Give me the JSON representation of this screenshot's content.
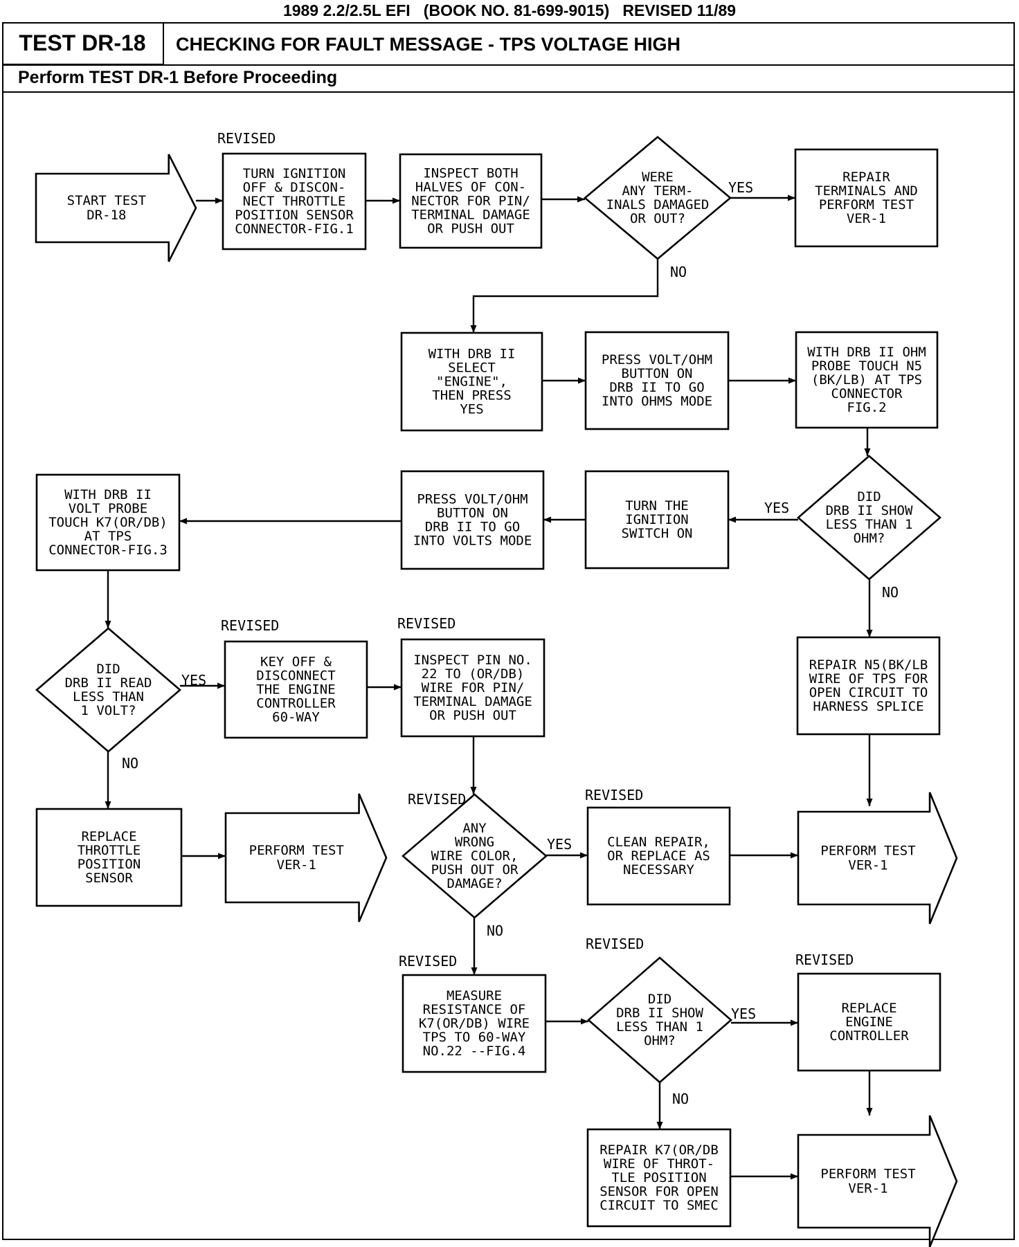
{
  "header": "1989 2.2/2.5L EFI   (BOOK NO. 81-699-9015)   REVISED 11/89",
  "test": {
    "id": "TEST DR-18",
    "title": "CHECKING FOR FAULT MESSAGE - TPS VOLTAGE HIGH",
    "prerequisite": "Perform TEST DR-1 Before Proceeding"
  },
  "nodes": [
    {
      "id": "start",
      "shape": "arrow",
      "lines": [
        "START TEST",
        "DR-18"
      ]
    },
    {
      "id": "n1",
      "shape": "box",
      "note": "REVISED",
      "lines": [
        "TURN IGNITION",
        "OFF & DISCON-",
        "NECT THROTTLE",
        "POSITION SENSOR",
        "CONNECTOR-FIG.1"
      ]
    },
    {
      "id": "n2",
      "shape": "box",
      "lines": [
        "INSPECT BOTH",
        "HALVES OF CON-",
        "NECTOR FOR PIN/",
        "TERMINAL DAMAGE",
        "OR PUSH OUT"
      ]
    },
    {
      "id": "d1",
      "shape": "diamond",
      "lines": [
        "WERE",
        "ANY TERM-",
        "INALS DAMAGED",
        "OR OUT?"
      ]
    },
    {
      "id": "n3",
      "shape": "box",
      "lines": [
        "REPAIR",
        "TERMINALS AND",
        "PERFORM TEST",
        "VER-1"
      ]
    },
    {
      "id": "n4",
      "shape": "box",
      "lines": [
        "WITH DRB II",
        "SELECT",
        "\"ENGINE\",",
        "THEN PRESS",
        "YES"
      ]
    },
    {
      "id": "n5",
      "shape": "box",
      "lines": [
        "PRESS VOLT/OHM",
        "BUTTON ON",
        "DRB II TO GO",
        "INTO OHMS MODE"
      ]
    },
    {
      "id": "n6",
      "shape": "box",
      "lines": [
        "WITH DRB II OHM",
        "PROBE TOUCH N5",
        "(BK/LB) AT TPS",
        "CONNECTOR",
        "FIG.2"
      ]
    },
    {
      "id": "d2",
      "shape": "diamond",
      "lines": [
        "DID",
        "DRB II SHOW",
        "LESS THAN 1",
        "OHM?"
      ]
    },
    {
      "id": "n7",
      "shape": "box",
      "lines": [
        "TURN THE",
        "IGNITION",
        "SWITCH ON"
      ]
    },
    {
      "id": "n8",
      "shape": "box",
      "lines": [
        "PRESS VOLT/OHM",
        "BUTTON ON",
        "DRB II TO GO",
        "INTO VOLTS MODE"
      ]
    },
    {
      "id": "n9",
      "shape": "box",
      "lines": [
        "WITH DRB II",
        "VOLT PROBE",
        "TOUCH K7(OR/DB)",
        "AT TPS",
        "CONNECTOR-FIG.3"
      ]
    },
    {
      "id": "n10",
      "shape": "box",
      "lines": [
        "REPAIR N5(BK/LB",
        "WIRE OF TPS FOR",
        "OPEN CIRCUIT TO",
        "HARNESS SPLICE"
      ]
    },
    {
      "id": "d3",
      "shape": "diamond",
      "lines": [
        "DID",
        "DRB II READ",
        "LESS THAN",
        "1 VOLT?"
      ]
    },
    {
      "id": "n11",
      "shape": "box",
      "note": "REVISED",
      "lines": [
        "KEY OFF &",
        "DISCONNECT",
        "THE ENGINE",
        "CONTROLLER",
        "60-WAY"
      ]
    },
    {
      "id": "n12",
      "shape": "box",
      "note": "REVISED",
      "lines": [
        "INSPECT PIN NO.",
        "22 TO (OR/DB)",
        "WIRE FOR PIN/",
        "TERMINAL DAMAGE",
        "OR PUSH OUT"
      ]
    },
    {
      "id": "n13",
      "shape": "box",
      "lines": [
        "REPLACE",
        "THROTTLE",
        "POSITION",
        "SENSOR"
      ]
    },
    {
      "id": "t1",
      "shape": "arrow",
      "lines": [
        "PERFORM TEST",
        "VER-1"
      ]
    },
    {
      "id": "d4",
      "shape": "diamond",
      "note": "REVISED",
      "lines": [
        "ANY",
        "WRONG",
        "WIRE COLOR,",
        "PUSH OUT OR",
        "DAMAGE?"
      ]
    },
    {
      "id": "n14",
      "shape": "box",
      "note": "REVISED",
      "lines": [
        "CLEAN REPAIR,",
        "OR REPLACE AS",
        "NECESSARY"
      ]
    },
    {
      "id": "t2",
      "shape": "arrow",
      "lines": [
        "PERFORM TEST",
        "VER-1"
      ]
    },
    {
      "id": "n15",
      "shape": "box",
      "note": "REVISED",
      "lines": [
        "MEASURE",
        "RESISTANCE OF",
        "K7(OR/DB) WIRE",
        "TPS TO 60-WAY",
        "NO.22 --FIG.4"
      ]
    },
    {
      "id": "d5",
      "shape": "diamond",
      "note": "REVISED",
      "lines": [
        "DID",
        "DRB II SHOW",
        "LESS THAN 1",
        "OHM?"
      ]
    },
    {
      "id": "n16",
      "shape": "box",
      "note": "REVISED",
      "lines": [
        "REPLACE",
        "ENGINE",
        "CONTROLLER"
      ]
    },
    {
      "id": "n17",
      "shape": "box",
      "lines": [
        "REPAIR K7(OR/DB",
        "WIRE OF THROT-",
        "TLE POSITION",
        "SENSOR FOR OPEN",
        "CIRCUIT TO SMEC"
      ]
    },
    {
      "id": "t3",
      "shape": "arrow",
      "lines": [
        "PERFORM TEST",
        "VER-1"
      ]
    }
  ],
  "edges": [
    {
      "from": "start",
      "to": "n1"
    },
    {
      "from": "n1",
      "to": "n2"
    },
    {
      "from": "n2",
      "to": "d1"
    },
    {
      "from": "d1",
      "to": "n3",
      "label": "YES"
    },
    {
      "from": "d1",
      "to": "n4",
      "label": "NO"
    },
    {
      "from": "n4",
      "to": "n5"
    },
    {
      "from": "n5",
      "to": "n6"
    },
    {
      "from": "n6",
      "to": "d2"
    },
    {
      "from": "d2",
      "to": "n7",
      "label": "YES"
    },
    {
      "from": "d2",
      "to": "n10",
      "label": "NO"
    },
    {
      "from": "n7",
      "to": "n8"
    },
    {
      "from": "n8",
      "to": "n9"
    },
    {
      "from": "n9",
      "to": "d3"
    },
    {
      "from": "d3",
      "to": "n11",
      "label": "YES"
    },
    {
      "from": "d3",
      "to": "n13",
      "label": "NO"
    },
    {
      "from": "n11",
      "to": "n12"
    },
    {
      "from": "n12",
      "to": "d4"
    },
    {
      "from": "n13",
      "to": "t1"
    },
    {
      "from": "n10",
      "to": "t2"
    },
    {
      "from": "d4",
      "to": "n14",
      "label": "YES"
    },
    {
      "from": "d4",
      "to": "n15",
      "label": "NO"
    },
    {
      "from": "n14",
      "to": "t2"
    },
    {
      "from": "n15",
      "to": "d5"
    },
    {
      "from": "d5",
      "to": "n16",
      "label": "YES"
    },
    {
      "from": "d5",
      "to": "n17",
      "label": "NO"
    },
    {
      "from": "n16",
      "to": "t3"
    },
    {
      "from": "n17",
      "to": "t3"
    }
  ]
}
